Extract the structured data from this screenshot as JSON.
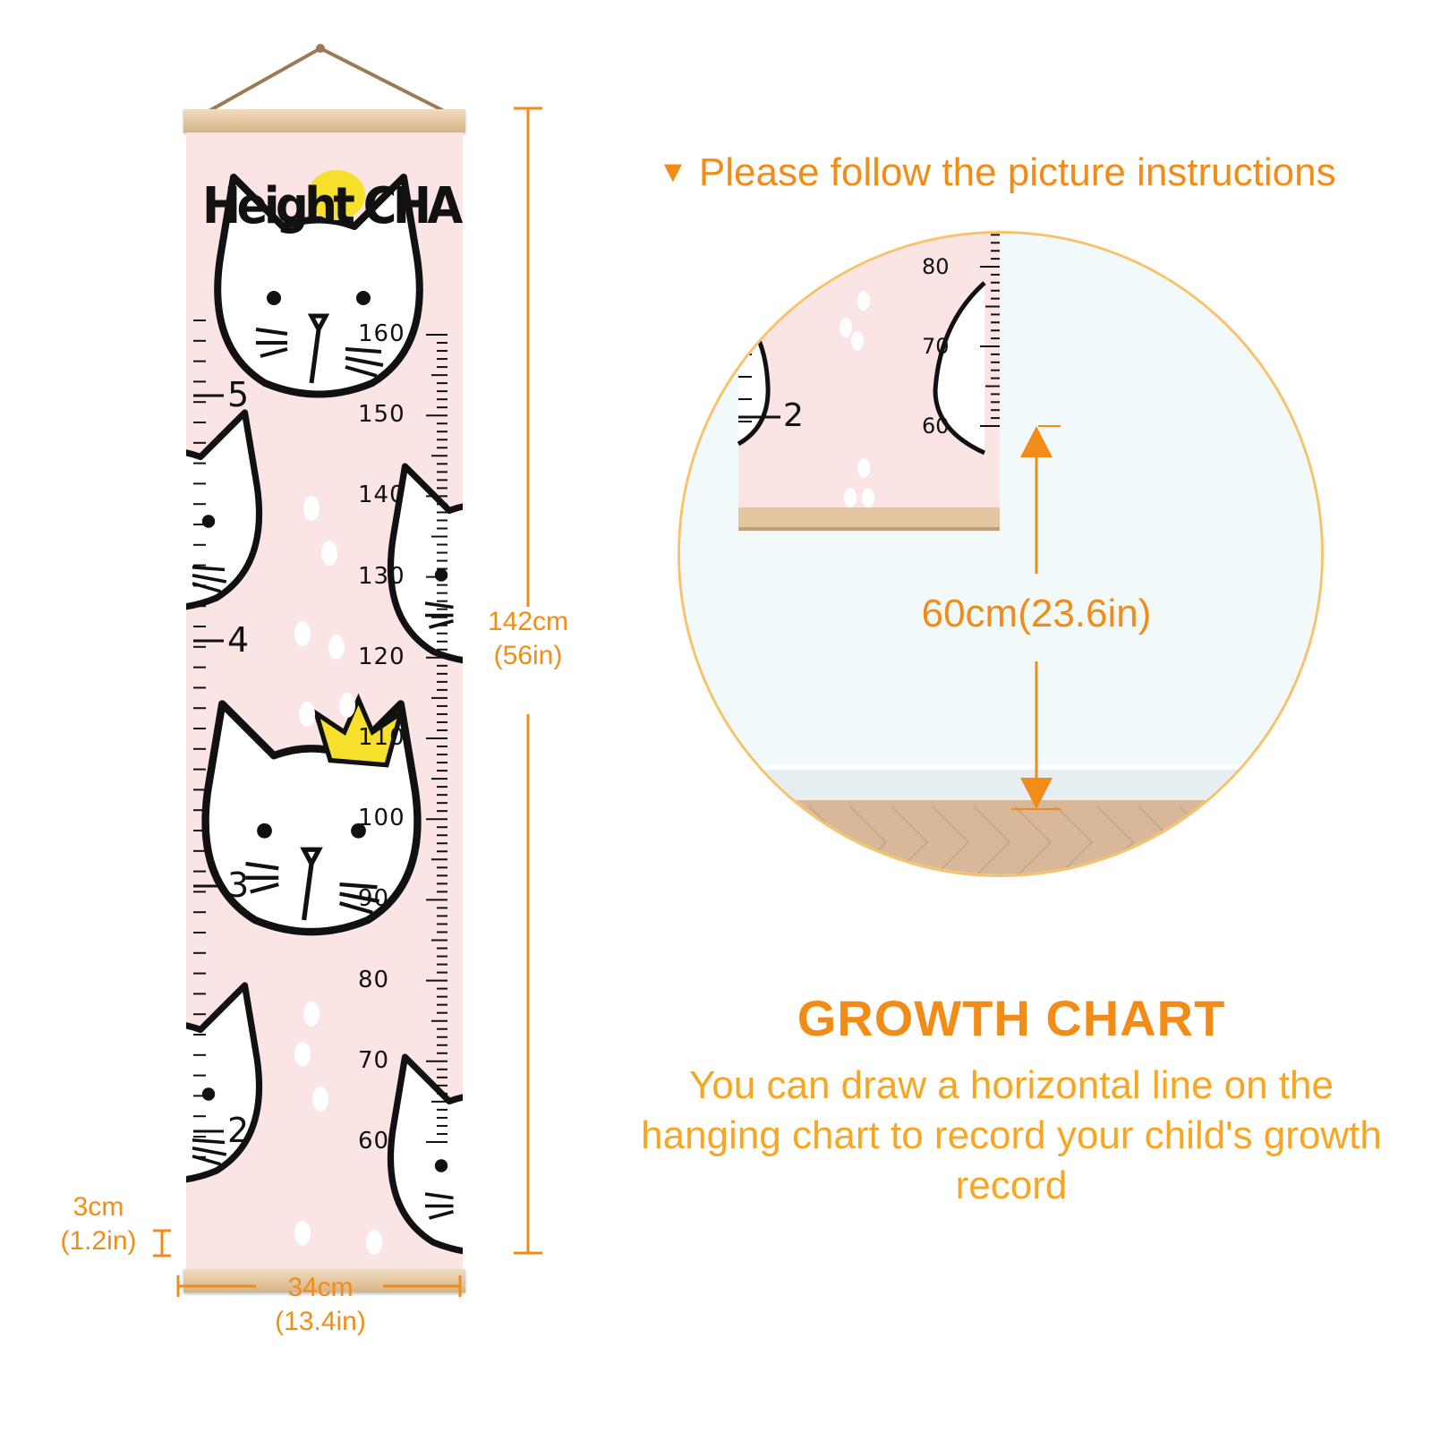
{
  "colors": {
    "accent": "#f28c18",
    "text_soft": "#f6a623",
    "canvas_pink": "#fbe4e4",
    "wood": "#e3c69f"
  },
  "product": {
    "title_part1": "Height",
    "title_part2": "CHART",
    "feet_marks": [
      {
        "label": "5",
        "value": 5
      },
      {
        "label": "4",
        "value": 4
      },
      {
        "label": "3",
        "value": 3
      },
      {
        "label": "2",
        "value": 2
      }
    ],
    "cm_marks": [
      {
        "label": "160",
        "value": 160
      },
      {
        "label": "150",
        "value": 150
      },
      {
        "label": "140",
        "value": 140
      },
      {
        "label": "130",
        "value": 130
      },
      {
        "label": "120",
        "value": 120
      },
      {
        "label": "110",
        "value": 110
      },
      {
        "label": "100",
        "value": 100
      },
      {
        "label": "90",
        "value": 90
      },
      {
        "label": "80",
        "value": 80
      },
      {
        "label": "70",
        "value": 70
      },
      {
        "label": "60",
        "value": 60
      }
    ],
    "icons": [
      "cat-face-icon",
      "crown-icon",
      "paw-dot-icon"
    ]
  },
  "dimensions": {
    "height_cm": "142cm",
    "height_in": "(56in)",
    "rail_cm": "3cm",
    "rail_in": "(1.2in)",
    "width_cm": "34cm",
    "width_in": "(13.4in)"
  },
  "instruction": {
    "marker": "▼",
    "text": "Please follow the picture instructions"
  },
  "zoom": {
    "cm_marks": [
      "80",
      "70",
      "60"
    ],
    "feet_mark": "2",
    "distance": "60cm(23.6in)"
  },
  "info": {
    "heading": "GROWTH CHART",
    "description": "You can draw a horizontal line on the hanging chart to record your child's growth record"
  }
}
